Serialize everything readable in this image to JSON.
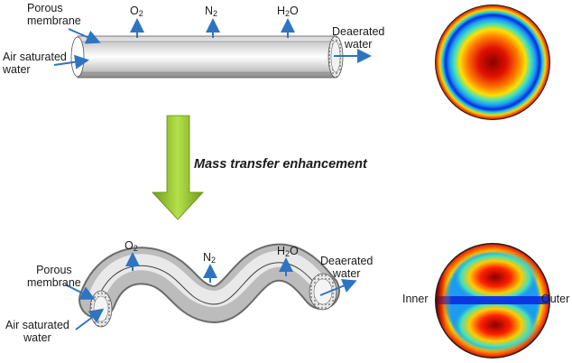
{
  "enhancement_label": "Mass transfer enhancement",
  "top": {
    "membrane_label": [
      "Porous",
      "membrane"
    ],
    "inlet_label": [
      "Air saturated",
      "water"
    ],
    "outlet_label": [
      "Deaerated",
      "water"
    ],
    "gases": [
      {
        "base": "O",
        "sub": "2"
      },
      {
        "base": "N",
        "sub": "2"
      },
      {
        "base": "H",
        "sub": "2",
        "tail": "O"
      }
    ]
  },
  "bottom": {
    "membrane_label": [
      "Porous",
      "membrane"
    ],
    "inlet_label": [
      "Air saturated",
      "water"
    ],
    "outlet_label": [
      "Deaerated",
      "water"
    ],
    "gases": [
      {
        "base": "O",
        "sub": "2"
      },
      {
        "base": "N",
        "sub": "2"
      },
      {
        "base": "H",
        "sub": "2",
        "tail": "O"
      }
    ],
    "cross_section_inner": "Inner",
    "cross_section_outer": "Outer"
  },
  "colors": {
    "flow_arrow": "#2f74c0",
    "enhancement_arrow": "#8cbf2a",
    "contour_scale": [
      "#8b0000",
      "#ff2a00",
      "#ffd400",
      "#1ec8e6",
      "#0a2adf"
    ]
  },
  "icons": [
    "straight-tube-icon",
    "helical-tube-icon",
    "velocity-contour-icon",
    "down-arrow-icon"
  ]
}
